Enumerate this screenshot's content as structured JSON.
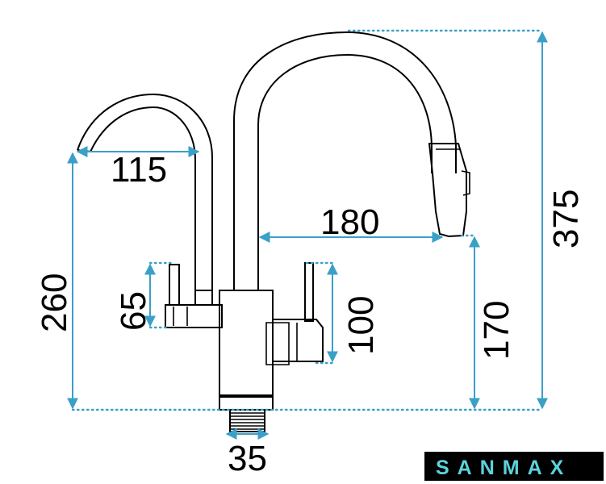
{
  "dimensions": {
    "side_spout_reach": "115",
    "main_spout_reach": "180",
    "total_height": "375",
    "side_spout_height": "260",
    "spout_outlet_height": "170",
    "side_lever_height": "65",
    "main_lever_height": "100",
    "thread_diameter": "35"
  },
  "brand": {
    "name": "SANMAX",
    "accent_color": "#5bd3dc"
  },
  "colors": {
    "outline": "#000000",
    "dimension_lines": "#3aa0c8"
  }
}
